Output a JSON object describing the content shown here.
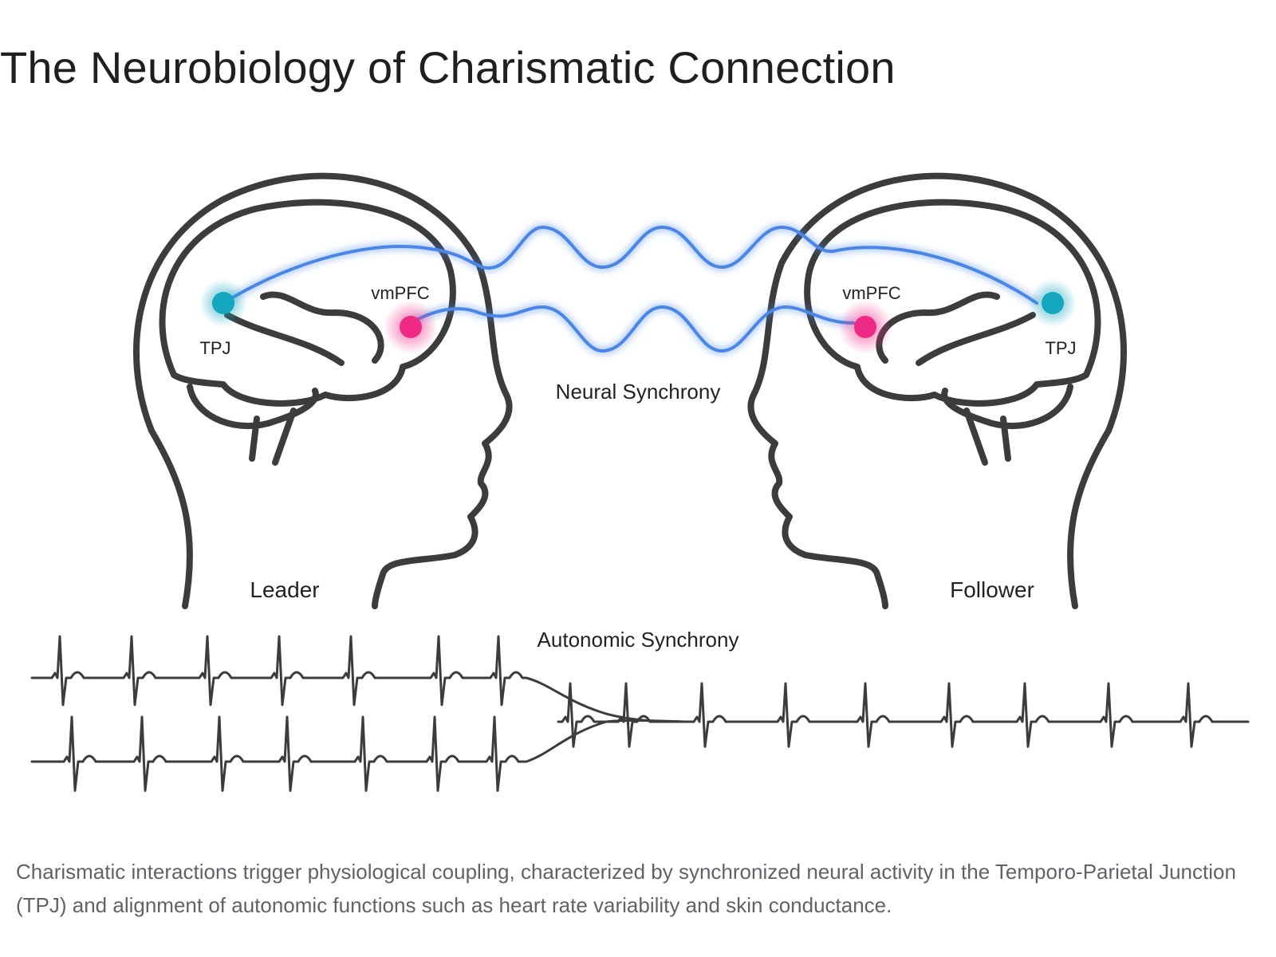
{
  "title": "The Neurobiology of Charismatic Connection",
  "diagram": {
    "leader": {
      "label": "Leader",
      "tpj_label": "TPJ",
      "vmpfc_label": "vmPFC"
    },
    "follower": {
      "label": "Follower",
      "tpj_label": "TPJ",
      "vmpfc_label": "vmPFC"
    },
    "neural_label": "Neural Synchrony",
    "autonomic_label": "Autonomic Synchrony",
    "colors": {
      "outline": "#3c3c3c",
      "wave": "#4a86e8",
      "tpj": "#13a6bd",
      "vmpfc": "#ee2a86",
      "ecg": "#3c3c3c"
    }
  },
  "caption": "Charismatic interactions trigger physiological coupling, characterized by synchronized neural activity in the Temporo-Parietal Junction (TPJ) and alignment of autonomic functions such as heart rate variability and skin conductance."
}
